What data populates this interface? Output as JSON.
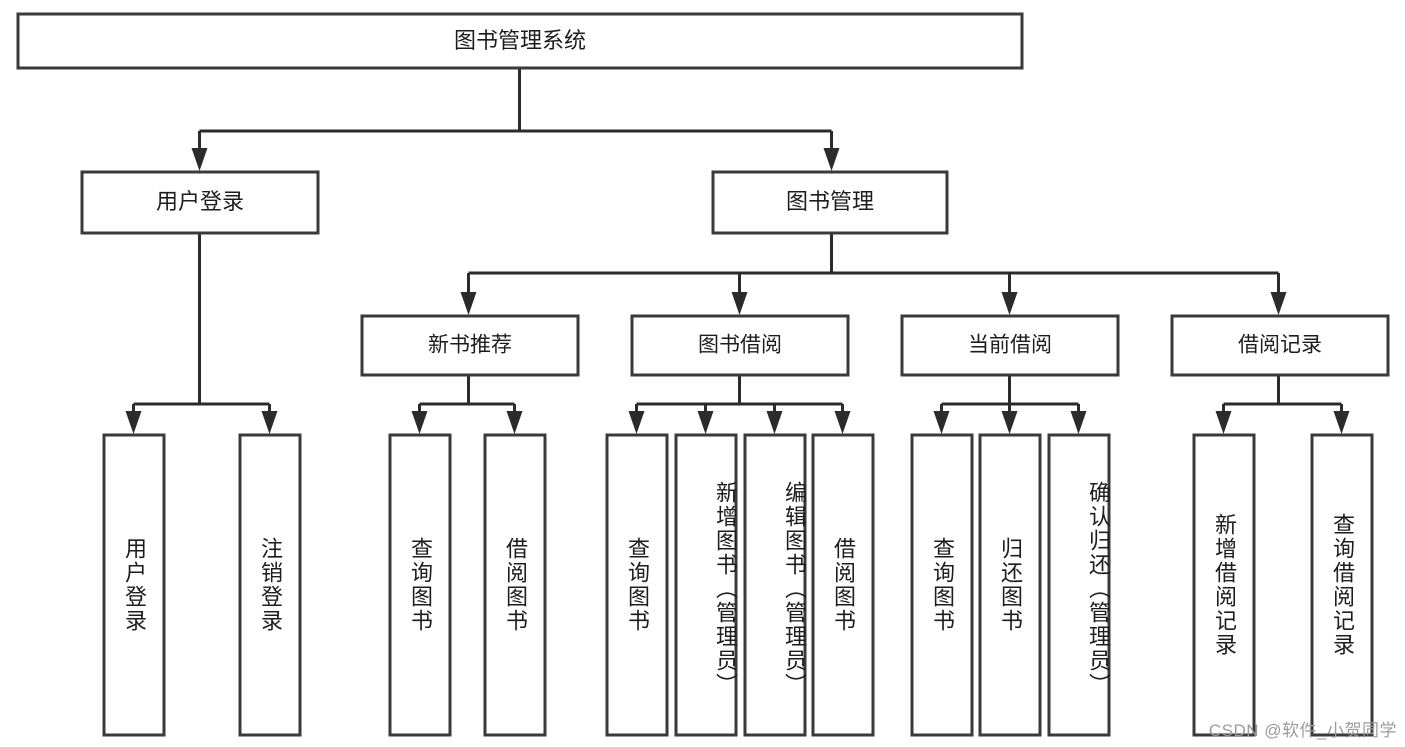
{
  "diagram": {
    "title": "图书管理系统",
    "type": "tree",
    "watermark": "CSDN @软件_小贺同学",
    "colors": {
      "box_fill": "#ffffff",
      "box_stroke": "#3a3a3a",
      "connector": "#2b2b2b",
      "text": "#1d1d1d",
      "watermark": "#9b9b9b"
    },
    "root": {
      "id": "root",
      "label": "图书管理系统"
    },
    "level2": [
      {
        "id": "user-login",
        "label": "用户登录"
      },
      {
        "id": "book-manage",
        "label": "图书管理"
      }
    ],
    "level3": [
      {
        "id": "new-book-recommend",
        "label": "新书推荐",
        "parent": "book-manage"
      },
      {
        "id": "book-borrow",
        "label": "图书借阅",
        "parent": "book-manage"
      },
      {
        "id": "current-borrow",
        "label": "当前借阅",
        "parent": "book-manage"
      },
      {
        "id": "borrow-record",
        "label": "借阅记录",
        "parent": "book-manage"
      }
    ],
    "leaves": {
      "user-login": [
        {
          "id": "leaf-user-login",
          "label": "用户登录"
        },
        {
          "id": "leaf-logout-login",
          "label": "注销登录"
        }
      ],
      "new-book-recommend": [
        {
          "id": "leaf-query-book-1",
          "label": "查询图书"
        },
        {
          "id": "leaf-borrow-book-1",
          "label": "借阅图书"
        }
      ],
      "book-borrow": [
        {
          "id": "leaf-query-book-2",
          "label": "查询图书"
        },
        {
          "id": "leaf-add-book",
          "label": "新增图书（管理员）"
        },
        {
          "id": "leaf-edit-book",
          "label": "编辑图书（管理员）"
        },
        {
          "id": "leaf-borrow-book-2",
          "label": "借阅图书"
        }
      ],
      "current-borrow": [
        {
          "id": "leaf-query-book-3",
          "label": "查询图书"
        },
        {
          "id": "leaf-return-book",
          "label": "归还图书"
        },
        {
          "id": "leaf-confirm-return",
          "label": "确认归还（管理员）"
        }
      ],
      "borrow-record": [
        {
          "id": "leaf-add-record",
          "label": "新增借阅记录"
        },
        {
          "id": "leaf-query-record",
          "label": "查询借阅记录"
        }
      ]
    }
  }
}
